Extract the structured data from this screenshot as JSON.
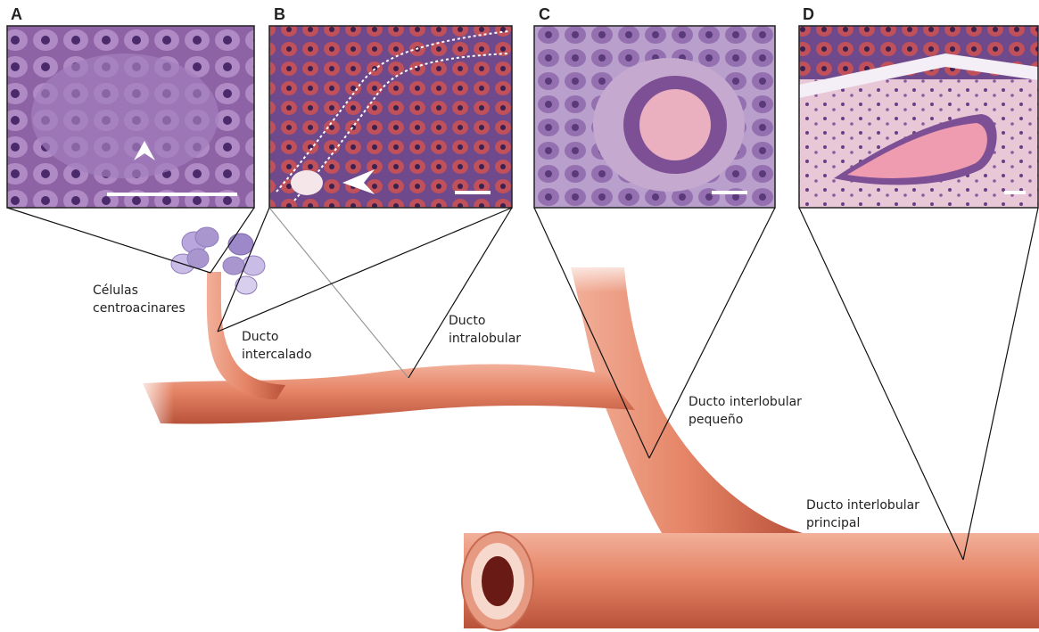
{
  "panels": [
    {
      "letter": "A"
    },
    {
      "letter": "B"
    },
    {
      "letter": "C"
    },
    {
      "letter": "D"
    }
  ],
  "labels": {
    "centroacinar": [
      "Células",
      "centroacinares"
    ],
    "intercalado": [
      "Ducto",
      "intercalado"
    ],
    "intralobular": [
      "Ducto",
      "intralobular"
    ],
    "interlobular_small": [
      "Ducto interlobular",
      "pequeño"
    ],
    "interlobular_main": [
      "Ducto interlobular",
      "principal"
    ]
  },
  "colors": {
    "duct": "#e07a5f",
    "duct_dark": "#b84a35",
    "acinar": "#a996cf",
    "stain_purple": "#7a4a9a",
    "stain_pink": "#e58aa0"
  }
}
